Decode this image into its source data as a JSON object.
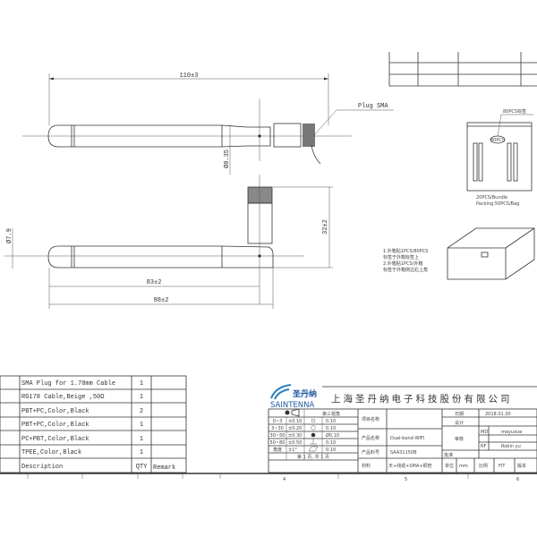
{
  "drawing": {
    "dim_total_length": "110±3",
    "dim_diameter_top": "Ø8.35",
    "dim_height": "32±2",
    "dim_diameter_side": "Ø7.9",
    "dim_length_83": "83±2",
    "dim_length_88": "88±2",
    "callout_plug": "Plug SMA"
  },
  "packaging": {
    "label_callout": "80PCS标签",
    "label_oval": "80PCS",
    "bundle": "20PCS/Bundle",
    "packing": "Packing:50PCS/Bag",
    "notes": [
      "1.外箱贴1PCS/80PCS",
      "标签于外箱标签上",
      "2.外箱贴1PCS/外箱",
      "标签于外箱侧边右上角"
    ]
  },
  "bom": {
    "rows": [
      {
        "description": "SMA Plug for 1.78mm Cable",
        "qty": "1",
        "remark": ""
      },
      {
        "description": "RG178 Cable,Beige ,50Ω",
        "qty": "1",
        "remark": ""
      },
      {
        "description": "PBT+PC,Color,Black",
        "qty": "2",
        "remark": ""
      },
      {
        "description": "PBT+PC,Color,Black",
        "qty": "1",
        "remark": ""
      },
      {
        "description": "PC+PBT,Color,Black",
        "qty": "1",
        "remark": ""
      },
      {
        "description": "TPEE,Color,Black",
        "qty": "1",
        "remark": ""
      }
    ],
    "header": {
      "description": "Description",
      "qty": "QTY",
      "remark": "Remark"
    }
  },
  "title_block": {
    "logo_cn": "圣丹纳",
    "logo_en": "SAINTENNA",
    "company": "上海圣丹纳电子科技股份有限公司",
    "projection": "第三视角",
    "tolerances": [
      {
        "range": "0~3",
        "tol": "±0.10",
        "geo": "0.10"
      },
      {
        "range": "3~30",
        "tol": "±0.20",
        "geo": "0.10"
      },
      {
        "range": "30~50",
        "tol": "±0.30",
        "geo": "Ø0.10"
      },
      {
        "range": "50~80",
        "tol": "±0.50",
        "geo": "0.10"
      },
      {
        "range": "角度",
        "tol": "±1°",
        "geo": "0.10"
      }
    ],
    "sheet": "第 1 页, 共 1 页",
    "project_label": "项目名称",
    "project_value": "",
    "product_name_label": "产品名称",
    "product_name_value": "Dual-band-WIFI",
    "part_no_label": "产品料号",
    "part_no_value": "SAA31150B",
    "material_label": "材料",
    "material_value": "天+线缆+SMA+铜管",
    "date_label": "日期",
    "date_value": "2018.01.30",
    "design_label": "设计",
    "review_label": "审核",
    "md_label": "MD",
    "md_value": "mayuxue",
    "rf_label": "RF",
    "rf_value": "Robin yu",
    "approve_label": "批准",
    "unit_label": "单位",
    "unit_value": "mm",
    "scale_label": "比例",
    "scale_value": "FIT",
    "version_label": "版本"
  },
  "border": {
    "zone_4": "4",
    "zone_5": "5",
    "zone_6": "6"
  }
}
